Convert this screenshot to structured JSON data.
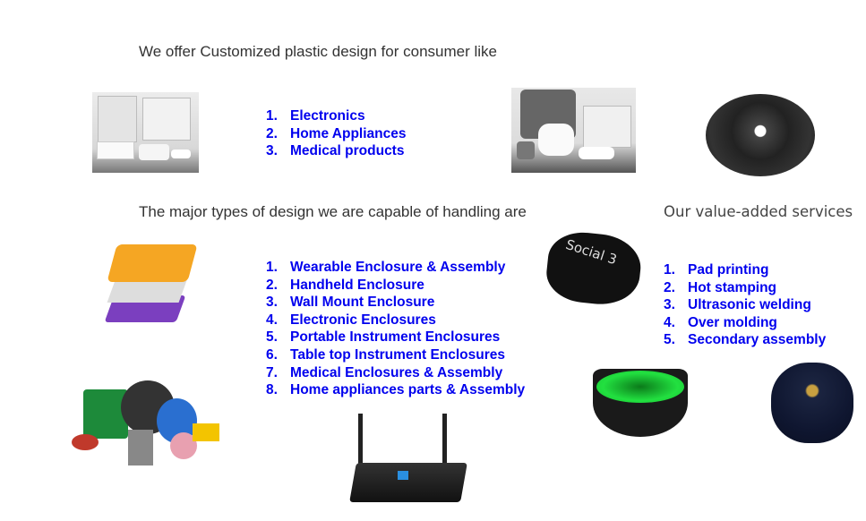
{
  "intro_heading": "We offer Customized plastic design for consumer like",
  "consumer_list": [
    {
      "num": "1.",
      "label": "Electronics"
    },
    {
      "num": "2.",
      "label": "Home Appliances"
    },
    {
      "num": "3.",
      "label": "Medical products"
    }
  ],
  "types_heading": "The major types of design we are capable of handling are",
  "types_list": [
    {
      "num": "1.",
      "label": "Wearable Enclosure & Assembly"
    },
    {
      "num": "2.",
      "label": "Handheld Enclosure"
    },
    {
      "num": "3.",
      "label": "Wall Mount Enclosure"
    },
    {
      "num": "4.",
      "label": "Electronic Enclosures"
    },
    {
      "num": "5.",
      "label": "Portable Instrument Enclosures"
    },
    {
      "num": "6.",
      "label": "Table top Instrument Enclosures"
    },
    {
      "num": "7.",
      "label": "Medical Enclosures & Assembly"
    },
    {
      "num": "8.",
      "label": "Home appliances parts & Assembly"
    }
  ],
  "services_heading": "Our value-added services",
  "services_list": [
    {
      "num": "1.",
      "label": "Pad printing"
    },
    {
      "num": "2.",
      "label": "Hot stamping"
    },
    {
      "num": "3.",
      "label": "Ultrasonic welding"
    },
    {
      "num": "4.",
      "label": "Over molding"
    },
    {
      "num": "5.",
      "label": "Secondary assembly"
    }
  ],
  "product_logo_text": "Social 3",
  "colors": {
    "list_text": "#0000ee",
    "heading_text": "#333333"
  }
}
